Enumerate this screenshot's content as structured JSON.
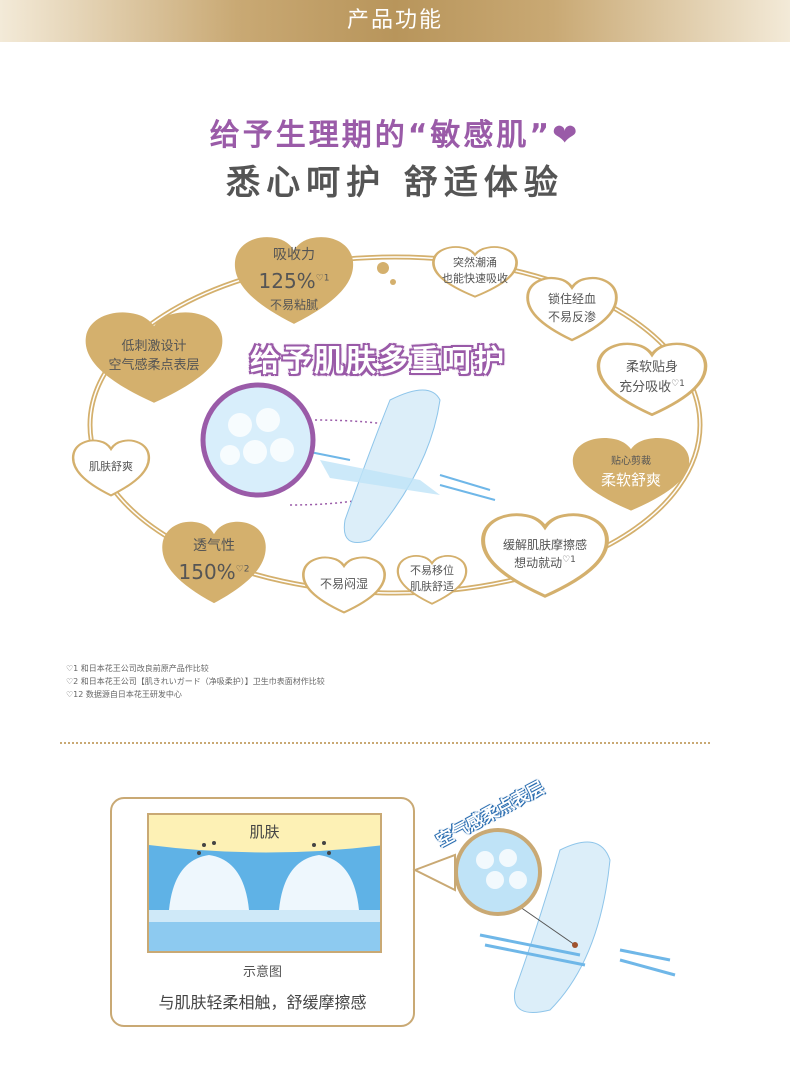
{
  "banner": {
    "title": "产品功能"
  },
  "headline": {
    "line1": "给予生理期的“敏感肌”",
    "line2": "悉心呵护 舒适体验"
  },
  "center_title": "给予肌肤多重呵护",
  "features": [
    {
      "lines": [
        "吸收力",
        "125%",
        "不易粘腻"
      ],
      "note": "♡1",
      "style": "filled"
    },
    {
      "lines": [
        "低刺激设计",
        "空气感柔点表层"
      ],
      "style": "filled"
    },
    {
      "lines": [
        "突然潮涌",
        "也能快速吸收"
      ],
      "style": "outline"
    },
    {
      "lines": [
        "锁住经血",
        "不易反渗"
      ],
      "style": "outline"
    },
    {
      "lines": [
        "柔软贴身",
        "充分吸收"
      ],
      "note": "♡1",
      "style": "outline"
    },
    {
      "lines": [
        "贴心剪裁",
        "柔软舒爽"
      ],
      "style": "filled"
    },
    {
      "lines": [
        "缓解肌肤摩擦感",
        "想动就动"
      ],
      "note": "♡1",
      "style": "outline"
    },
    {
      "lines": [
        "不易移位",
        "肌肤舒适"
      ],
      "style": "outline"
    },
    {
      "lines": [
        "不易闷湿"
      ],
      "style": "outline"
    },
    {
      "lines": [
        "透气性",
        "150%"
      ],
      "note": "♡2",
      "style": "filled"
    },
    {
      "lines": [
        "肌肤舒爽"
      ],
      "style": "outline"
    }
  ],
  "footnotes": [
    "♡1 和日本花王公司改良前原产品作比较",
    "♡2 和日本花王公司【肌きれいガード（净吸柔护）】卫生巾表面材作比较",
    "♡12 数据源自日本花王研发中心"
  ],
  "diagram": {
    "skin_label": "肌肤",
    "caption": "示意图",
    "description": "与肌肤轻柔相触，舒缓摩擦感",
    "surface_label": "空气感柔点表层"
  },
  "colors": {
    "gold": "#d4b06d",
    "purple": "#9a5ba8",
    "text": "#555555",
    "blue": "#6fb7e8"
  }
}
